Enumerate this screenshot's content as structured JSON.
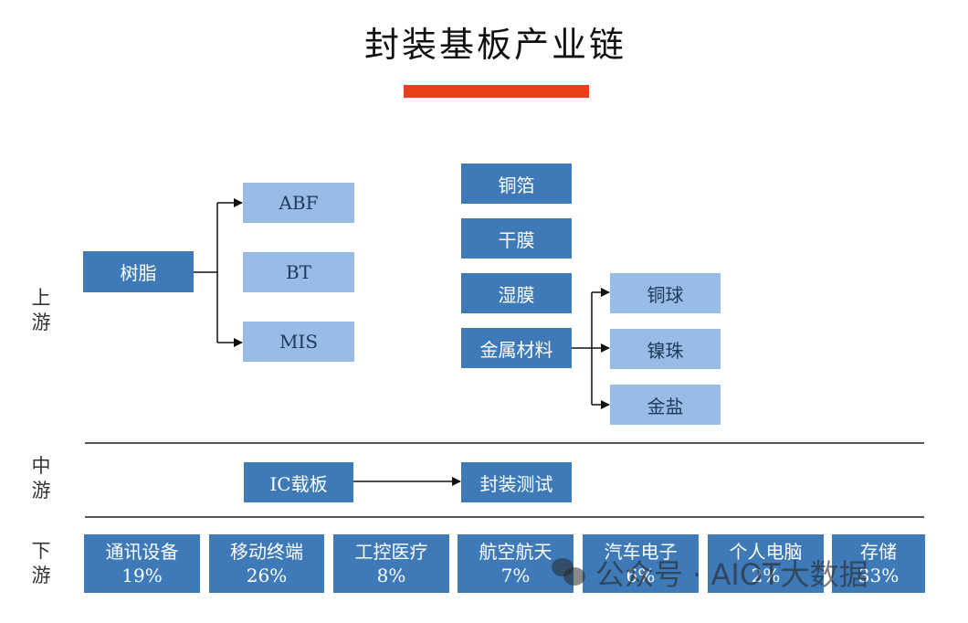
{
  "title": "封装基板产业链",
  "stages": {
    "upstream": "上\n游",
    "midstream": "中\n游",
    "downstream": "下\n游"
  },
  "upstream": {
    "resin": "树脂",
    "resin_types": [
      "ABF",
      "BT",
      "MIS"
    ],
    "materials": [
      "铜箔",
      "干膜",
      "湿膜",
      "金属材料"
    ],
    "metal_types": [
      "铜球",
      "镍珠",
      "金盐"
    ]
  },
  "midstream": {
    "ic_substrate": "IC载板",
    "packaging_test": "封装测试"
  },
  "downstream": [
    {
      "name": "通讯设备",
      "share": "19%"
    },
    {
      "name": "移动终端",
      "share": "26%"
    },
    {
      "name": "工控医疗",
      "share": "8%"
    },
    {
      "name": "航空航天",
      "share": "7%"
    },
    {
      "name": "汽车电子",
      "share": "6%"
    },
    {
      "name": "个人电脑",
      "share": "2%"
    },
    {
      "name": "存储",
      "share": "33%"
    }
  ],
  "watermark": "公众号 · AIOT大数据",
  "colors": {
    "dark_box": "#3f7ab8",
    "light_box": "#98bce6",
    "accent": "#e8401c"
  }
}
